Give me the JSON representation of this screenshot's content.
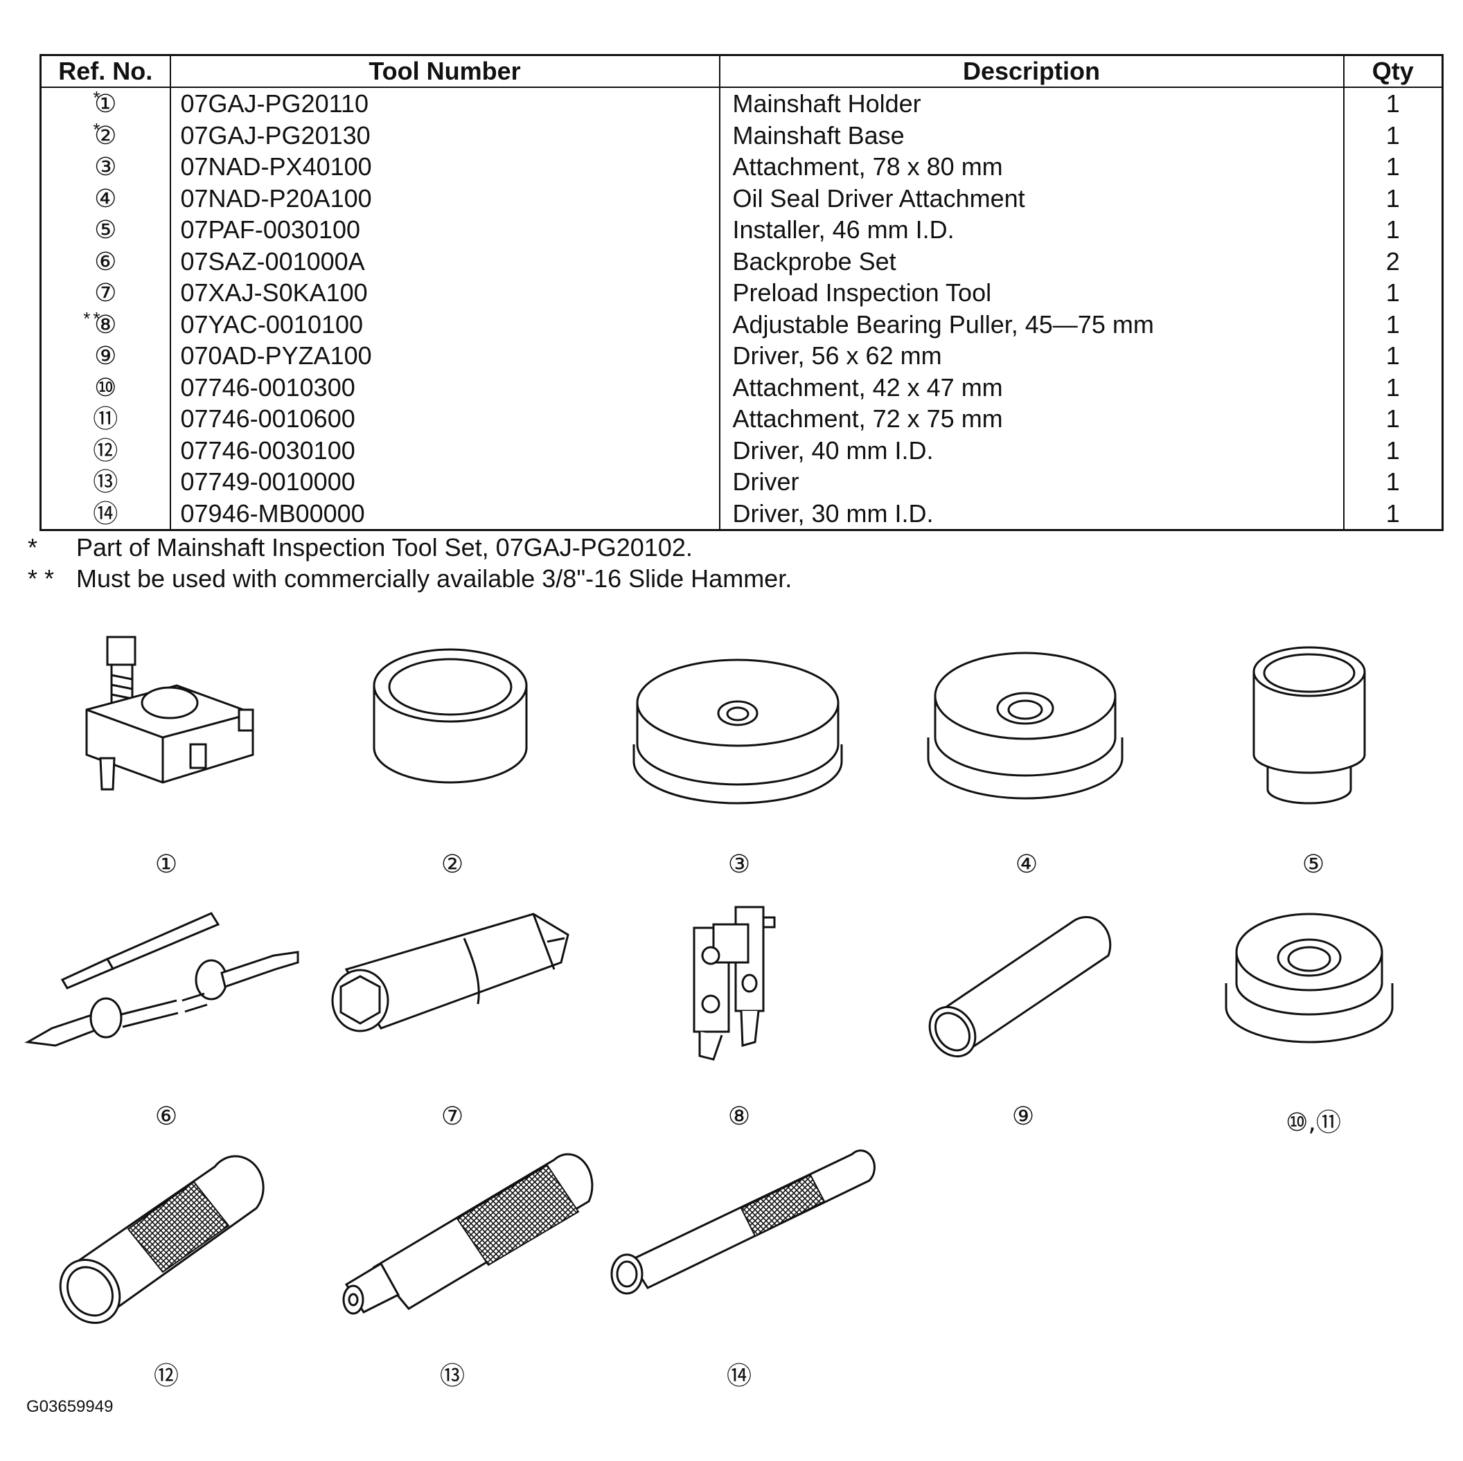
{
  "table": {
    "headers": [
      "Ref. No.",
      "Tool Number",
      "Description",
      "Qty"
    ],
    "rows": [
      {
        "marks": "*",
        "ref": "①",
        "tool": "07GAJ-PG20110",
        "desc": "Mainshaft Holder",
        "qty": "1"
      },
      {
        "marks": "*",
        "ref": "②",
        "tool": "07GAJ-PG20130",
        "desc": "Mainshaft Base",
        "qty": "1"
      },
      {
        "marks": "",
        "ref": "③",
        "tool": "07NAD-PX40100",
        "desc": "Attachment, 78 x 80 mm",
        "qty": "1"
      },
      {
        "marks": "",
        "ref": "④",
        "tool": "07NAD-P20A100",
        "desc": "Oil Seal Driver Attachment",
        "qty": "1"
      },
      {
        "marks": "",
        "ref": "⑤",
        "tool": "07PAF-0030100",
        "desc": "Installer, 46 mm I.D.",
        "qty": "1"
      },
      {
        "marks": "",
        "ref": "⑥",
        "tool": "07SAZ-001000A",
        "desc": "Backprobe Set",
        "qty": "2"
      },
      {
        "marks": "",
        "ref": "⑦",
        "tool": "07XAJ-S0KA100",
        "desc": "Preload Inspection Tool",
        "qty": "1"
      },
      {
        "marks": "**",
        "ref": "⑧",
        "tool": "07YAC-0010100",
        "desc": "Adjustable Bearing Puller, 45—75 mm",
        "qty": "1"
      },
      {
        "marks": "",
        "ref": "⑨",
        "tool": "070AD-PYZA100",
        "desc": "Driver, 56 x 62 mm",
        "qty": "1"
      },
      {
        "marks": "",
        "ref": "⑩",
        "tool": "07746-0010300",
        "desc": "Attachment, 42 x 47 mm",
        "qty": "1"
      },
      {
        "marks": "",
        "ref": "⑪",
        "tool": "07746-0010600",
        "desc": "Attachment, 72 x 75 mm",
        "qty": "1"
      },
      {
        "marks": "",
        "ref": "⑫",
        "tool": "07746-0030100",
        "desc": "Driver, 40 mm I.D.",
        "qty": "1"
      },
      {
        "marks": "",
        "ref": "⑬",
        "tool": "07749-0010000",
        "desc": "Driver",
        "qty": "1"
      },
      {
        "marks": "",
        "ref": "⑭",
        "tool": "07946-MB00000",
        "desc": "Driver, 30 mm I.D.",
        "qty": "1"
      }
    ]
  },
  "notes": [
    {
      "mark": "*",
      "text": "Part of Mainshaft Inspection Tool Set, 07GAJ-PG20102."
    },
    {
      "mark": "* *",
      "text": "Must be used with commercially available 3/8\"-16 Slide Hammer."
    }
  ],
  "figures": [
    {
      "label": "①",
      "icon": "mainshaft-holder-icon"
    },
    {
      "label": "②",
      "icon": "mainshaft-base-icon"
    },
    {
      "label": "③",
      "icon": "attachment-78x80-icon"
    },
    {
      "label": "④",
      "icon": "oil-seal-driver-attachment-icon"
    },
    {
      "label": "⑤",
      "icon": "installer-icon"
    },
    {
      "label": "⑥",
      "icon": "backprobe-set-icon"
    },
    {
      "label": "⑦",
      "icon": "preload-inspection-tool-icon"
    },
    {
      "label": "⑧",
      "icon": "bearing-puller-icon"
    },
    {
      "label": "⑨",
      "icon": "driver-56x62-icon"
    },
    {
      "label": "⑩,⑪",
      "icon": "attachment-42-72-icon"
    },
    {
      "label": "⑫",
      "icon": "driver-40mm-icon"
    },
    {
      "label": "⑬",
      "icon": "driver-handle-icon"
    },
    {
      "label": "⑭",
      "icon": "driver-30mm-icon"
    }
  ],
  "figure_code": "G03659949"
}
